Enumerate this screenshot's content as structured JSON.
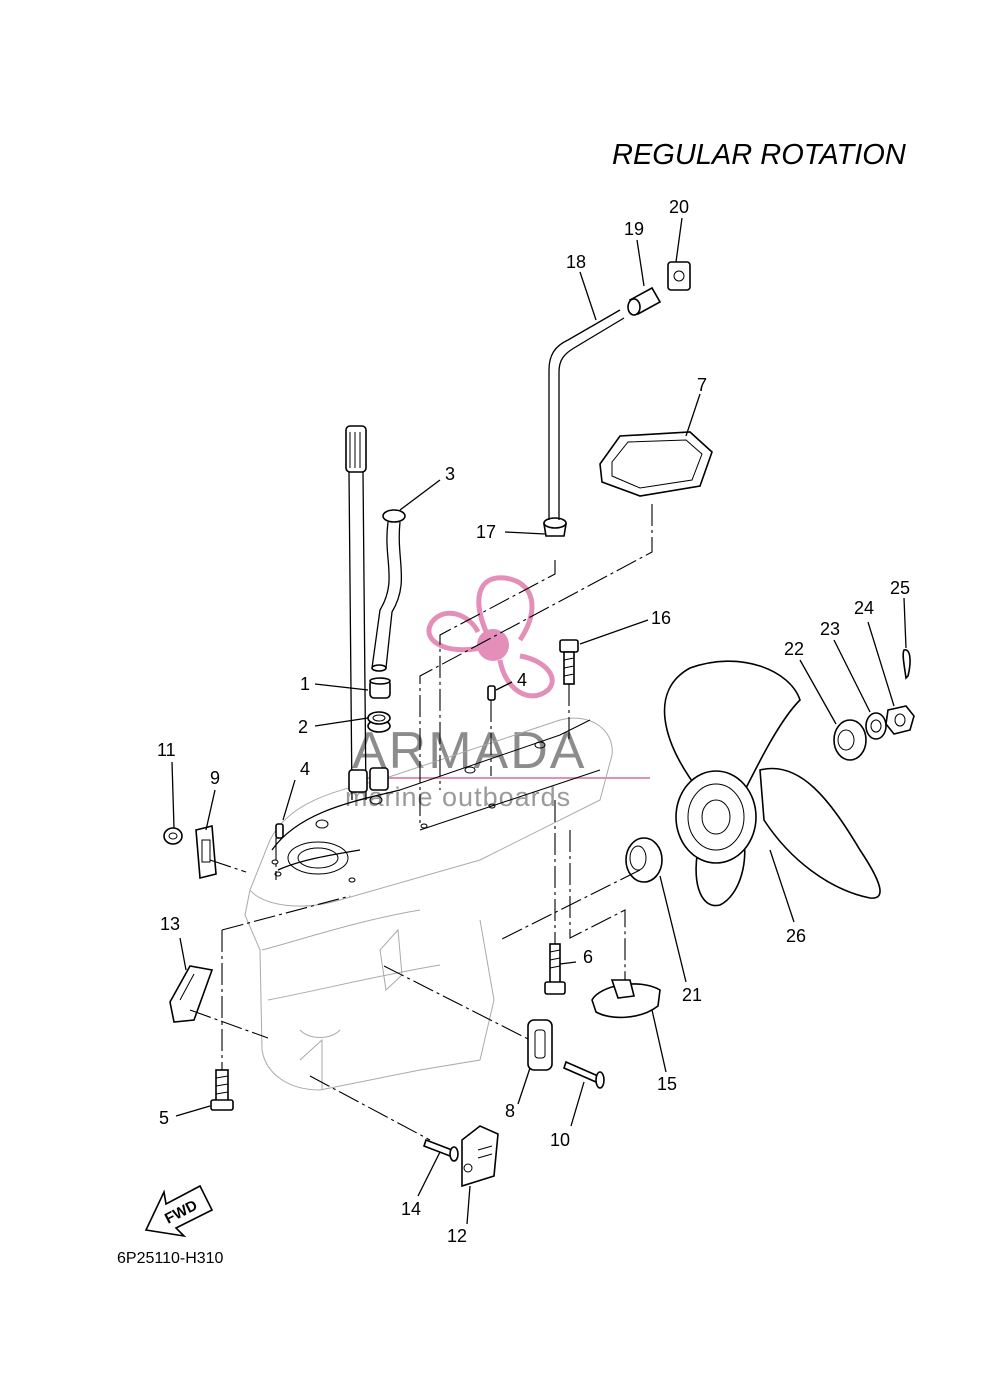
{
  "title": "REGULAR ROTATION",
  "diagram_code": "6P25110-H310",
  "watermark": {
    "brand": "ARMADA",
    "tagline": "marine outboards",
    "accent_color": "#e48fb9",
    "gray_color": "#8c8c8c"
  },
  "direction_marker": "FWD",
  "callouts": [
    {
      "id": "c1",
      "label": "1"
    },
    {
      "id": "c2",
      "label": "2"
    },
    {
      "id": "c3",
      "label": "3"
    },
    {
      "id": "c4a",
      "label": "4"
    },
    {
      "id": "c4b",
      "label": "4"
    },
    {
      "id": "c5",
      "label": "5"
    },
    {
      "id": "c6",
      "label": "6"
    },
    {
      "id": "c7",
      "label": "7"
    },
    {
      "id": "c8",
      "label": "8"
    },
    {
      "id": "c9",
      "label": "9"
    },
    {
      "id": "c10",
      "label": "10"
    },
    {
      "id": "c11",
      "label": "11"
    },
    {
      "id": "c12",
      "label": "12"
    },
    {
      "id": "c13",
      "label": "13"
    },
    {
      "id": "c14",
      "label": "14"
    },
    {
      "id": "c15",
      "label": "15"
    },
    {
      "id": "c16",
      "label": "16"
    },
    {
      "id": "c17",
      "label": "17"
    },
    {
      "id": "c18",
      "label": "18"
    },
    {
      "id": "c19",
      "label": "19"
    },
    {
      "id": "c20",
      "label": "20"
    },
    {
      "id": "c21",
      "label": "21"
    },
    {
      "id": "c22",
      "label": "22"
    },
    {
      "id": "c23",
      "label": "23"
    },
    {
      "id": "c24",
      "label": "24"
    },
    {
      "id": "c25",
      "label": "25"
    },
    {
      "id": "c26",
      "label": "26"
    }
  ]
}
